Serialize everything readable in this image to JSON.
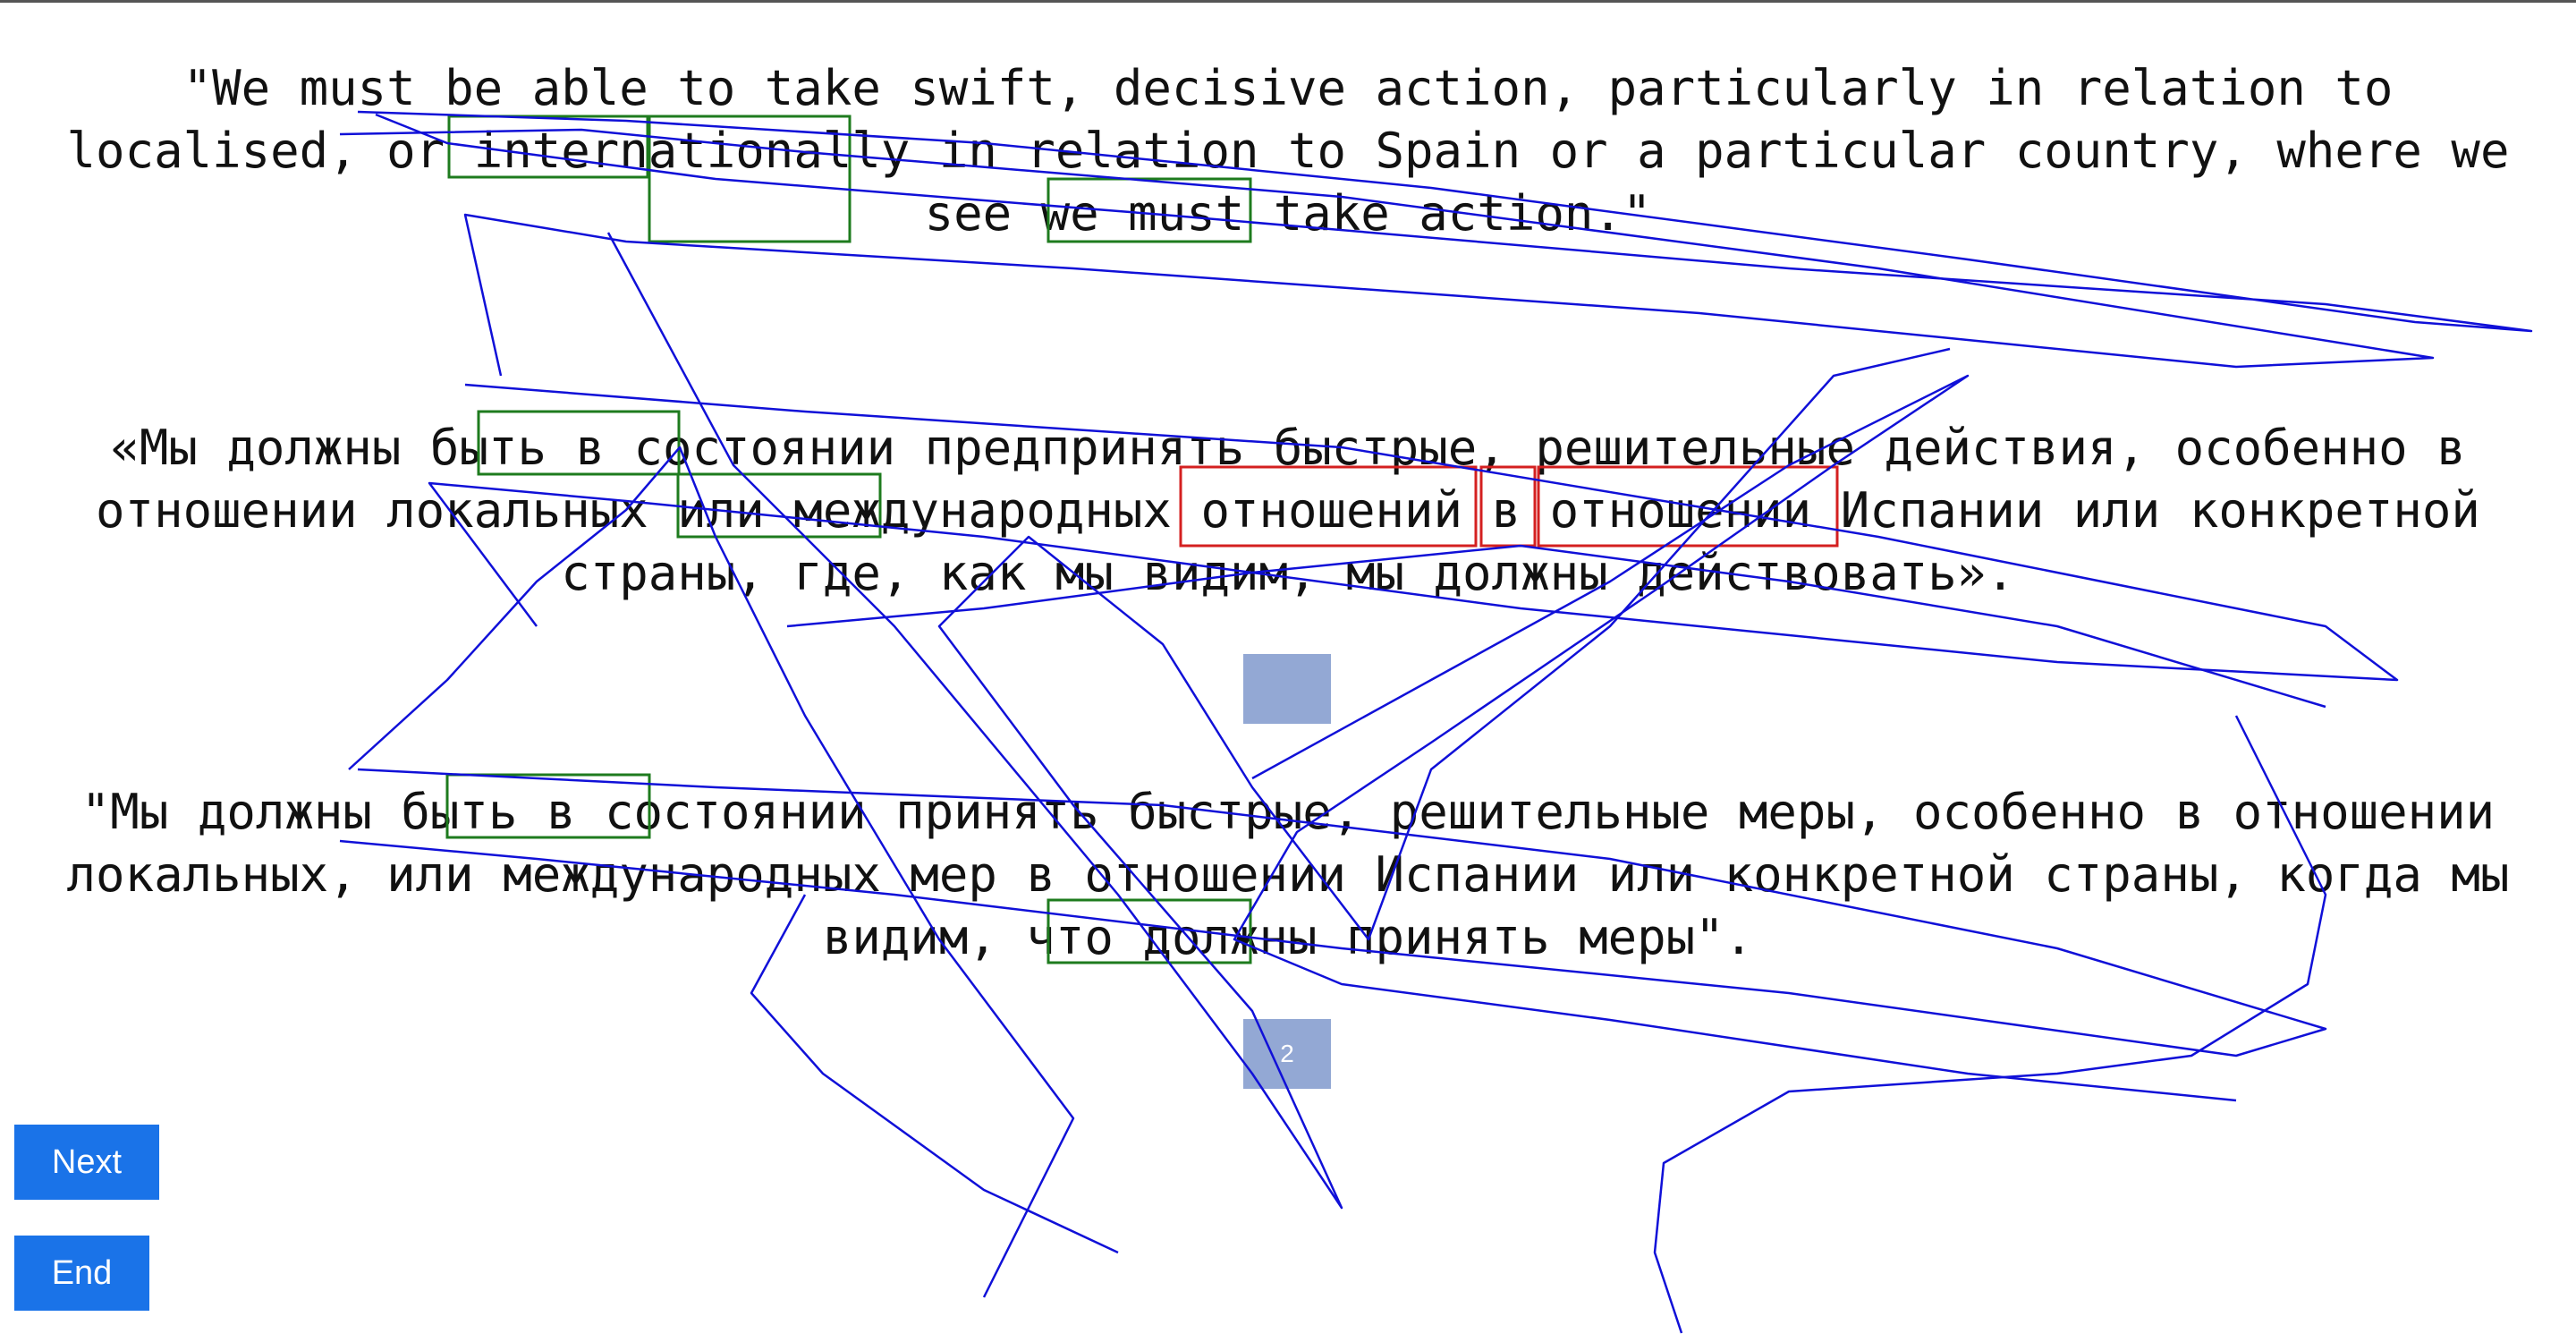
{
  "source": {
    "lines": [
      "\"We must be able to take swift, decisive action, particularly in relation to",
      "localised, or internationally in relation to Spain or a particular country, where we",
      "see we must take action.\""
    ]
  },
  "translation_1": {
    "lines": [
      "«Мы должны быть в состоянии предпринять быстрые, решительные действия, особенно в",
      "отношении локальных или международных отношений в отношении Испании или конкретной",
      "страны, где, как мы видим, мы должны действовать»."
    ],
    "score": ""
  },
  "translation_2": {
    "lines": [
      "\"Мы должны быть в состоянии принять быстрые, решительные меры, особенно в отношении",
      "локальных, или международных мер в отношении Испании или конкретной страны, когда мы",
      "видим, что должны принять меры\"."
    ],
    "score": "2"
  },
  "buttons": {
    "next": "Next",
    "end": "End"
  },
  "colors": {
    "gaze_trace": "#1010d8",
    "aligned_box": "#1e7b1e",
    "error_box": "#d42020",
    "score_box": "#93a8d4",
    "button": "#1a73e8"
  }
}
